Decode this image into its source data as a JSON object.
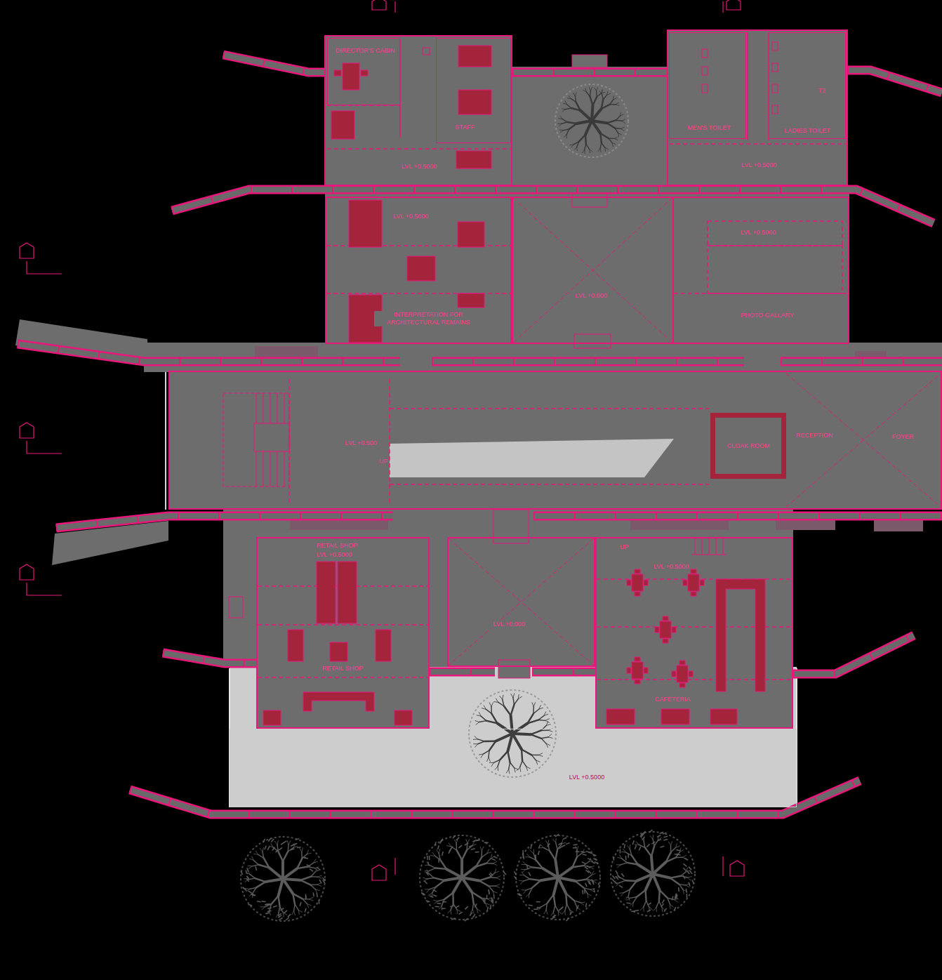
{
  "diagram": {
    "nodes": [
      {
        "text": [
          "LVL +0.5000"
        ]
      },
      {
        "text": [
          "DIRECTOR'S CABIN"
        ],
        "in": 0
      },
      {
        "text": [
          "STAFF"
        ],
        "in": 0
      },
      {
        "text": [
          "LVL +0.5000"
        ]
      },
      {
        "text": [
          "MEN'S TOILET"
        ],
        "in": 3
      },
      {
        "text": [
          "T2",
          "LADIES TOILET"
        ],
        "in": 3
      },
      {
        "text": [
          "LVL +0.5000",
          "INTERPRETATION FOR ARCHITECTURAL REMAINS"
        ]
      },
      {
        "text": [
          "LVL +0.000"
        ]
      },
      {
        "text": [
          "LVL +0.5000",
          "PHOTO GALLARY"
        ]
      },
      {
        "text": [
          "LVL +0.500",
          "UP",
          "RECEPTION",
          "FOYER"
        ]
      },
      {
        "text": [
          "CLOAK ROOM"
        ],
        "in": 9
      },
      {
        "text": [
          "RETAIL SHOP",
          "LVL +0.5000",
          "RETAIL SHOP"
        ]
      },
      {
        "text": [
          "LVL +0.000"
        ]
      },
      {
        "text": [
          "UP",
          "LVL +0.5000",
          "CAFETERIA"
        ]
      },
      {
        "text": [
          "LVL +0.5000"
        ]
      }
    ]
  }
}
